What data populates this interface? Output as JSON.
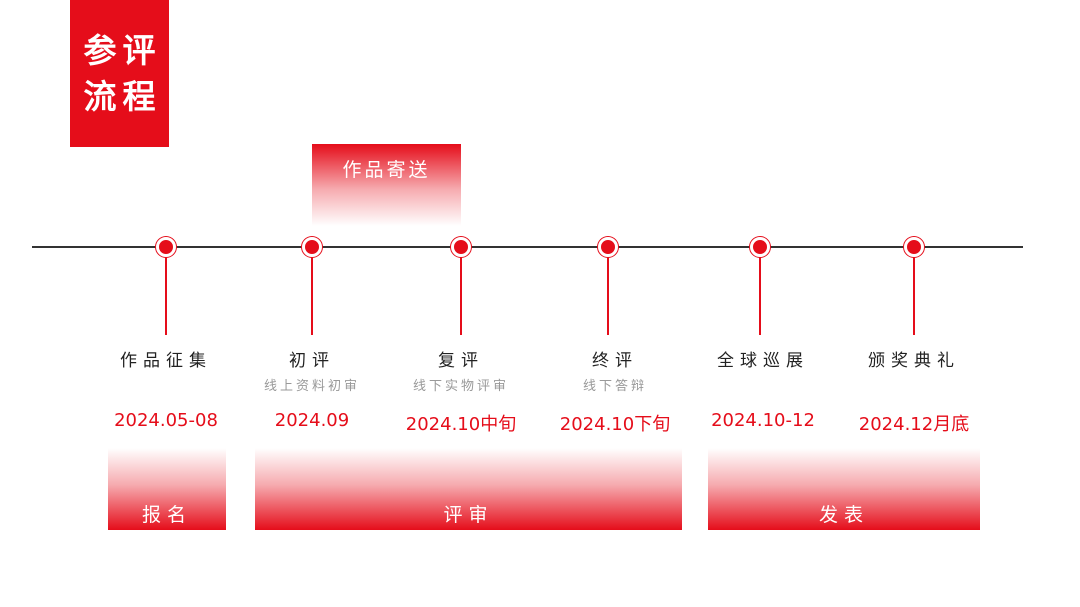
{
  "header": {
    "title_line1": "参评",
    "title_line2": "流程"
  },
  "send_label": "作品寄送",
  "stages": [
    {
      "name": "作品征集",
      "sub": "",
      "date": "2024.05-08"
    },
    {
      "name": "初评",
      "sub": "线上资料初审",
      "date": "2024.09"
    },
    {
      "name": "复评",
      "sub": "线下实物评审",
      "date": "2024.10中旬"
    },
    {
      "name": "终评",
      "sub": "线下答辩",
      "date": "2024.10下旬"
    },
    {
      "name": "全球巡展",
      "sub": "",
      "date": "2024.10-12"
    },
    {
      "name": "颁奖典礼",
      "sub": "",
      "date": "2024.12月底"
    }
  ],
  "phases": [
    {
      "label": "报名"
    },
    {
      "label": "评审"
    },
    {
      "label": "发表"
    }
  ],
  "colors": {
    "accent": "#e50d1a",
    "line": "#333333",
    "sub_text": "#999999"
  }
}
